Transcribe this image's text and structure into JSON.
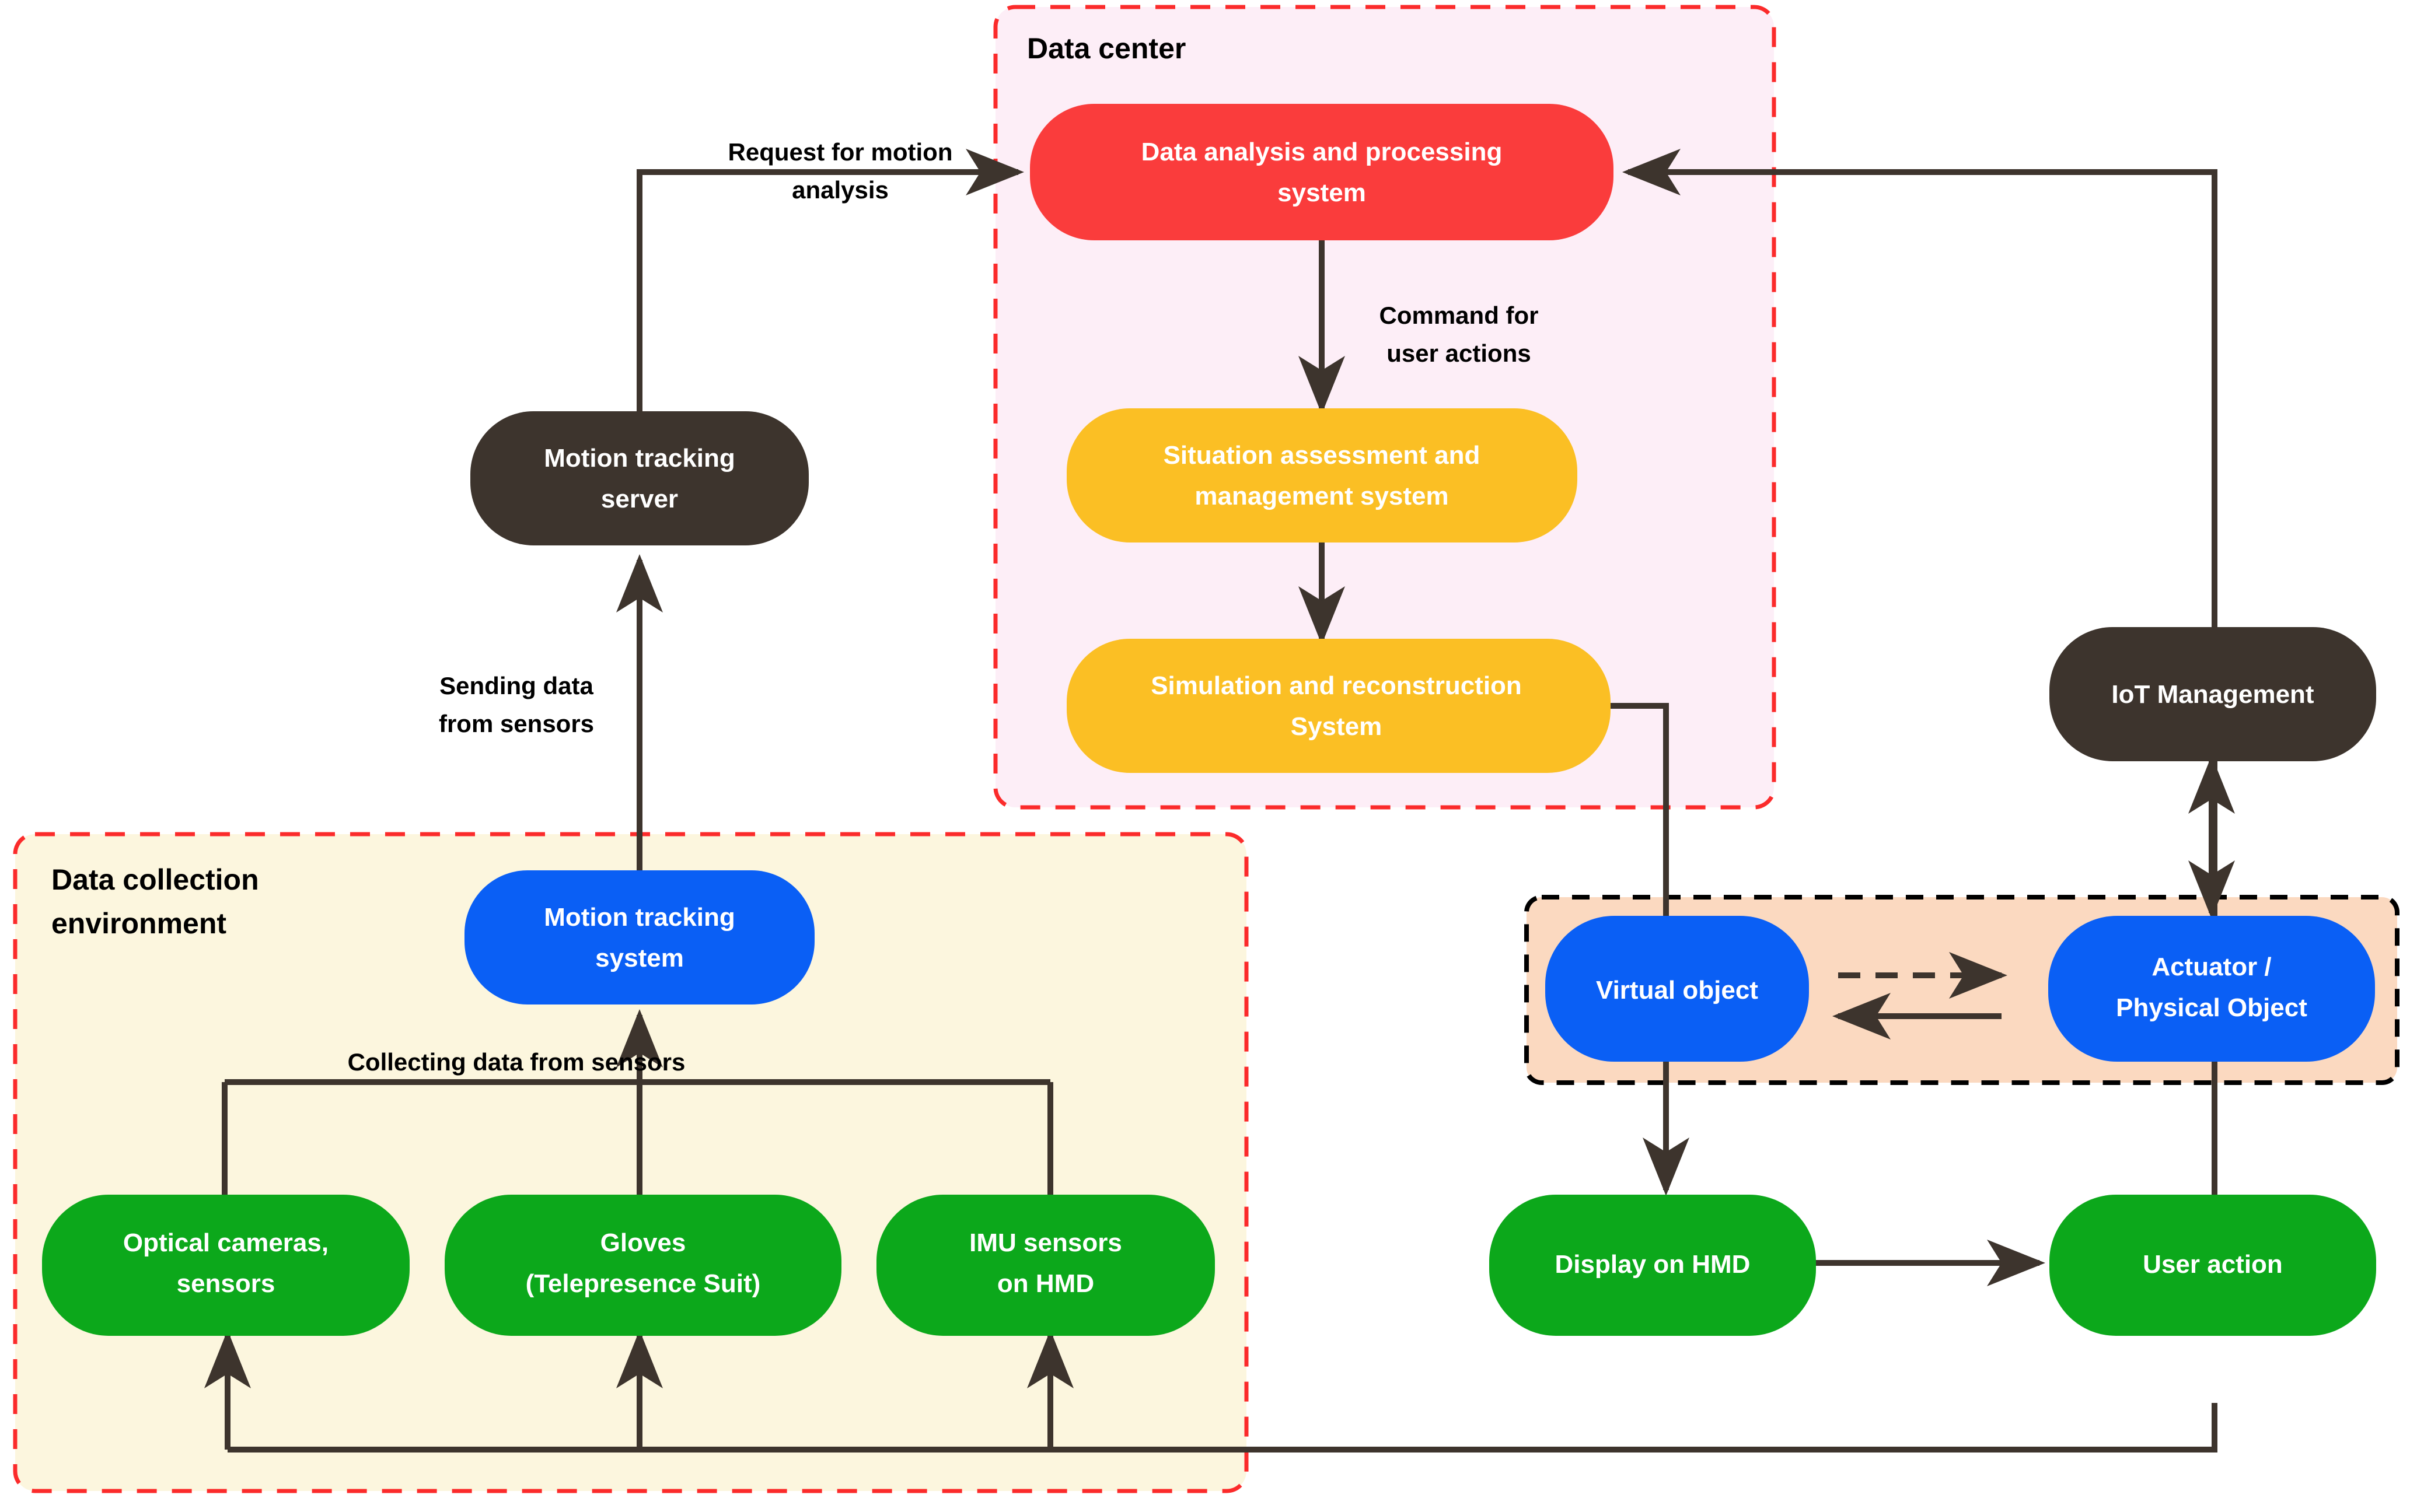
{
  "diagram": {
    "title_visible": false,
    "colors": {
      "node_red": "#fa3c3c",
      "node_yellow": "#fbbf24",
      "node_dark": "#3d342d",
      "node_blue": "#0a5ff5",
      "node_green": "#0ca81b",
      "group_datacenter_fill": "#fdeef7",
      "group_datacollection_fill": "#fcf6de",
      "group_objects_fill": "#fbd9c0",
      "group_dashed_red": "#fb2b2b",
      "group_dashed_black": "#000000",
      "edge": "#3d342d",
      "label_text": "#000000",
      "node_text": "#ffffff"
    },
    "groups": [
      {
        "id": "data-center",
        "label": "Data center",
        "style": "dashed-red",
        "fill": "#fdeef7"
      },
      {
        "id": "data-collection-environment",
        "label": "Data collection\nenvironment",
        "label_line1": "Data collection",
        "label_line2": "environment",
        "style": "dashed-red",
        "fill": "#fcf6de"
      },
      {
        "id": "object-pair",
        "label": "",
        "style": "dashed-black",
        "fill": "#fbd9c0"
      }
    ],
    "nodes": [
      {
        "id": "data-analysis",
        "label_line1": "Data analysis and processing",
        "label_line2": "system",
        "color": "#fa3c3c",
        "group": "data-center"
      },
      {
        "id": "situation-assessment",
        "label_line1": "Situation assessment and",
        "label_line2": "management system",
        "color": "#fbbf24",
        "group": "data-center"
      },
      {
        "id": "simulation-reconstruction",
        "label_line1": "Simulation and reconstruction",
        "label_line2": "System",
        "color": "#fbbf24",
        "group": "data-center"
      },
      {
        "id": "motion-tracking-server",
        "label_line1": "Motion tracking",
        "label_line2": "server",
        "color": "#3d342d",
        "group": "none"
      },
      {
        "id": "motion-tracking-system",
        "label_line1": "Motion tracking",
        "label_line2": "system",
        "color": "#0a5ff5",
        "group": "data-collection-environment"
      },
      {
        "id": "optical-cameras",
        "label_line1": "Optical cameras,",
        "label_line2": "sensors",
        "color": "#0ca81b",
        "group": "data-collection-environment"
      },
      {
        "id": "gloves",
        "label_line1": "Gloves",
        "label_line2": "(Telepresence Suit)",
        "color": "#0ca81b",
        "group": "data-collection-environment"
      },
      {
        "id": "imu-sensors",
        "label_line1": "IMU sensors",
        "label_line2": "on HMD",
        "color": "#0ca81b",
        "group": "data-collection-environment"
      },
      {
        "id": "iot-management",
        "label_line1": "IoT Management",
        "label_line2": "",
        "color": "#3d342d",
        "group": "none"
      },
      {
        "id": "virtual-object",
        "label_line1": "Virtual object",
        "label_line2": "",
        "color": "#0a5ff5",
        "group": "object-pair"
      },
      {
        "id": "actuator-physical-object",
        "label_line1": "Actuator /",
        "label_line2": "Physical Object",
        "color": "#0a5ff5",
        "group": "object-pair"
      },
      {
        "id": "display-on-hmd",
        "label_line1": "Display on HMD",
        "label_line2": "",
        "color": "#0ca81b",
        "group": "none"
      },
      {
        "id": "user-action",
        "label_line1": "User action",
        "label_line2": "",
        "color": "#0ca81b",
        "group": "none"
      }
    ],
    "edge_labels": [
      {
        "id": "request-for-motion-analysis",
        "line1": "Request for motion",
        "line2": "analysis"
      },
      {
        "id": "command-for-user-actions",
        "line1": "Command for",
        "line2": "user actions"
      },
      {
        "id": "sending-data-from-sensors",
        "line1": "Sending data",
        "line2": "from sensors"
      },
      {
        "id": "collecting-data-from-sensors",
        "line1": "Collecting data from sensors",
        "line2": ""
      }
    ],
    "edges": [
      {
        "from": "motion-tracking-server",
        "to": "data-analysis",
        "label": "request-for-motion-analysis",
        "style": "solid-arrow"
      },
      {
        "from": "data-analysis",
        "to": "situation-assessment",
        "label": "command-for-user-actions",
        "style": "solid-arrow"
      },
      {
        "from": "situation-assessment",
        "to": "simulation-reconstruction",
        "label": "",
        "style": "solid-arrow"
      },
      {
        "from": "motion-tracking-system",
        "to": "motion-tracking-server",
        "label": "sending-data-from-sensors",
        "style": "solid-arrow"
      },
      {
        "from": "optical-cameras",
        "to": "motion-tracking-system",
        "label": "collecting-data-from-sensors",
        "style": "solid-arrow"
      },
      {
        "from": "gloves",
        "to": "motion-tracking-system",
        "label": "collecting-data-from-sensors",
        "style": "solid-arrow"
      },
      {
        "from": "imu-sensors",
        "to": "motion-tracking-system",
        "label": "collecting-data-from-sensors",
        "style": "solid-arrow"
      },
      {
        "from": "simulation-reconstruction",
        "to": "display-on-hmd",
        "label": "",
        "style": "solid-arrow"
      },
      {
        "from": "display-on-hmd",
        "to": "user-action",
        "label": "",
        "style": "solid-arrow"
      },
      {
        "from": "user-action",
        "to": "data-analysis",
        "label": "",
        "style": "solid-arrow"
      },
      {
        "from": "user-action",
        "to": "sensors-row",
        "label": "",
        "style": "solid-line"
      },
      {
        "from": "actuator-physical-object",
        "to": "iot-management",
        "label": "",
        "style": "double-arrow-vertical"
      },
      {
        "from": "virtual-object",
        "to": "actuator-physical-object",
        "label": "",
        "style": "dashed-arrow-right"
      },
      {
        "from": "actuator-physical-object",
        "to": "virtual-object",
        "label": "",
        "style": "solid-arrow-left"
      }
    ]
  }
}
